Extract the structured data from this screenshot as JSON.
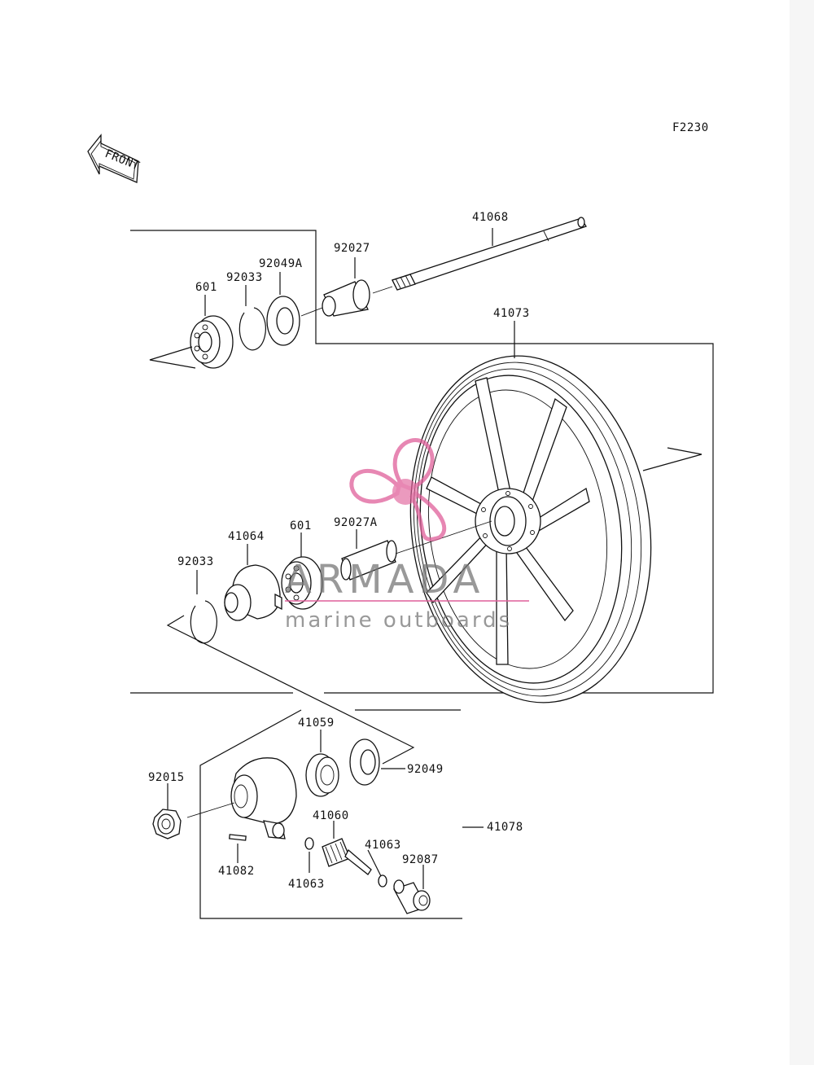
{
  "figure_code": "F2230",
  "front_label": "FRONT",
  "watermark": {
    "brand": "ARMADA",
    "tagline": "marine outboards",
    "color": "#e0609a"
  },
  "callouts": [
    {
      "id": "c1",
      "text": "41068"
    },
    {
      "id": "c2",
      "text": "92027"
    },
    {
      "id": "c3",
      "text": "92049A"
    },
    {
      "id": "c4",
      "text": "92033"
    },
    {
      "id": "c5",
      "text": "601"
    },
    {
      "id": "c6",
      "text": "41073"
    },
    {
      "id": "c7",
      "text": "92027A"
    },
    {
      "id": "c8",
      "text": "601"
    },
    {
      "id": "c9",
      "text": "41064"
    },
    {
      "id": "c10",
      "text": "92033"
    },
    {
      "id": "c11",
      "text": "41059"
    },
    {
      "id": "c12",
      "text": "92049"
    },
    {
      "id": "c13",
      "text": "92015"
    },
    {
      "id": "c14",
      "text": "41060"
    },
    {
      "id": "c15",
      "text": "41063"
    },
    {
      "id": "c16",
      "text": "92087"
    },
    {
      "id": "c17",
      "text": "41078"
    },
    {
      "id": "c18",
      "text": "41082"
    },
    {
      "id": "c19",
      "text": "41063"
    }
  ]
}
